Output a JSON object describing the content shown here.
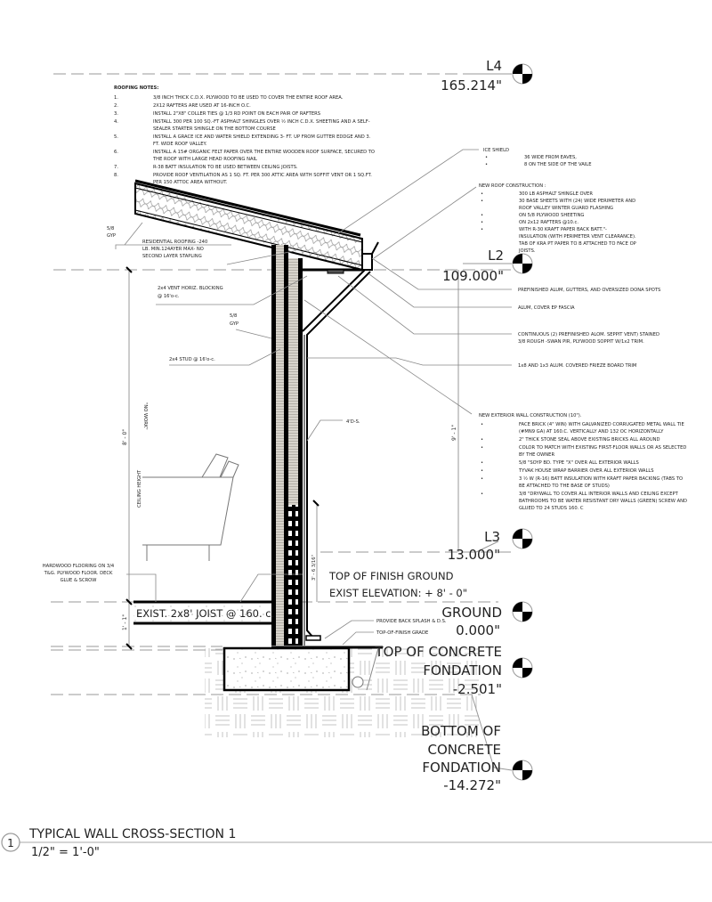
{
  "roofing_notes": {
    "heading": "ROOFING NOTES:",
    "items": [
      {
        "num": "1.",
        "lines": [
          "3/8 INCH THICK C.D.X. PLYWOOD TO BE USED TO COVER THE ENTIRE ROOF AREA."
        ]
      },
      {
        "num": "2.",
        "lines": [
          "2X12 RAFTERS ARE USED AT 16-INCH O.C."
        ]
      },
      {
        "num": "3.",
        "lines": [
          "INSTALL 2\"X8\" COLLER TIES @ 1/3 RD POINT ON EACH PAIR OF RAFTERS"
        ]
      },
      {
        "num": "4.",
        "lines": [
          "INSTALL 300 PER 100 SQ.-FT ASPHALT SHINGLES OVER ½ INCH C.D.X. SHEETING AND A SELF-",
          "SEALER STARTER SHINGLE ON THE BOTTOM COURSE"
        ]
      },
      {
        "num": "5.",
        "lines": [
          "INSTALL A GRACE ICE AND WATER SHIELD EXTENDING 3- FT. UP FROM GUTTER EDDGE AND 3.",
          "FT. WIDE ROOF VALLEY."
        ]
      },
      {
        "num": "6.",
        "lines": [
          "INSTALL A 15# ORGANIC FELT PAPER OVER THE ENTIRE WOODEN ROOF SURFACE, SECURED TO",
          "THE ROOF WITH LARGE HEAD ROOFING NAIL"
        ]
      },
      {
        "num": "7.",
        "lines": [
          "R-38 BATT INSULATION TO BE USED BETWEEN CEILING JOISTS."
        ]
      },
      {
        "num": "8.",
        "lines": [
          "PROVIDE ROOF VENTILATION AS 1 SQ. FT. PER 300 ATTIC AREA WITH SOFFIT VENT OR 1 SQ.FT.",
          "PER 150 ATTOC AREA WITHOUT."
        ]
      }
    ]
  },
  "ice_shield": {
    "heading": "ICE SHIELD",
    "bullets": [
      "36 WIDE FROM EAVES,",
      "8 ON THE SIDE OF THE VAILE"
    ]
  },
  "new_roof": {
    "heading": "NEW ROOF CONSTRUCTION :",
    "bullets": [
      [
        "300 LB ASPHALT SHINGLE OVER"
      ],
      [
        "30 BASE SHEETS WITH (24) WIDE PERIMETER AND",
        "ROOF VALLEY WINTER GUARD FLASHING"
      ],
      [
        "ON 5/8 PLYWOOD SHEETING"
      ],
      [
        "ON 2x12 RAFTERS @10.c."
      ],
      [
        "WITH R-30 KRAFT PAPER BACK BATT.\"-",
        "INSULATION (WITH PERIMETER VENT CLEARANCE).",
        "TAB OF KRA PT PAPER TO B ATTACHED TO FACE OP",
        "JOISTS."
      ]
    ]
  },
  "eave_labels": [
    [
      "PREFINISHED ALUM, GUTTERS, AND OVERSIZED DONA SPOTS"
    ],
    [
      "ALUM, COVER EP FASCIA"
    ],
    [
      "CONTINUOUS (2) PREFINISHED ALOM. SEPPIT VENT) STAINED",
      "3/8 ROUGH -SWAN PIR, PLYWOOD SOPPIT W/1x2 TRIM."
    ],
    [
      "1x8 AND 1x3 ALUM. COVERED FRIEZE BOARD TRIM"
    ]
  ],
  "new_wall": {
    "heading": "NEW EXTERIOR WALL CONSTRUCTION (10\").",
    "bullets": [
      [
        "FACE BRICK (4\" WIN) WITH GALVANIZED CORRUGATED METAL WALL TIE",
        "(#MN9 GA) AT 160.C. VERTICALLY AND 132 OC HORIZONTALLY"
      ],
      [
        "2\" THICK STONE SEAL ABOVE EXISTING BRICKS ALL AROUND"
      ],
      [
        "COLOR TO MATCH WITH EXISTING FIRST-FLOOR WALLS OR AS SELECTED",
        "BY THE OWNER"
      ],
      [
        "5/8 \"SOYP BD. TYPE \"X\" OVER ALL EXTERIOR WALLS"
      ],
      [
        "TYVAK HOUSE WRAP BARRIER OVER ALL EXTERIOR WALLS"
      ],
      [
        "3 ½ W (R-16) BATT INSULATION WITH KRAFT PAPER BACKING (TABS TO",
        "BE ATTACHED TO THE BASE OF STUDS)"
      ],
      [
        "3/8 \"DRYWALL TO COVER ALL INTERIOR WALLS AND CEILING EXCEPT",
        "BATHROOMS TO BE WATER RESISTANT DRY WALLS (GREEN) SCREW AND",
        "GLUED TO 24 STUDS 160. C"
      ]
    ]
  },
  "left_labels": {
    "gyp_roof": [
      "5/8",
      "GYP"
    ],
    "residential_roofing": [
      "RESIDENTIAL ROOFING -240",
      "LB. MIN.124AYER MAX- NO",
      "SECOND LAYER STAPLING"
    ],
    "vent_blocking": [
      "2x4 VENT HORIZ. BLOCKING",
      "@ 16'o-c."
    ],
    "gyp_wall": [
      "5/8",
      "GYP"
    ],
    "stud": "2x4 STUD @ 16'o-c.",
    "downspout": "4'D-S.",
    "no_work": "\"NO WORK\"",
    "ceiling_height_dim": "8' - 0\"",
    "ceiling_height": "CEILING HEIGHT",
    "wall_dim": "9' - 1\"",
    "brick_dim": "3' - 6 3/16\"",
    "floor_dim": "1' - 1\"",
    "hardwood": [
      "HARDWOOD FLOORING ON 3/4",
      "T&G. PLYWOOD FLOOR. DECK",
      "GLUE & SCROW"
    ],
    "joist": "EXIST. 2x8' JOIST @ 160. c.",
    "finish_ground": [
      "TOP OF FINISH GROUND",
      "EXIST ELEVATION: + 8' - 0\""
    ],
    "back_splash": "PROVIDE BACK SPLASH & D.S.",
    "finish_grade": "TOP-OF-FINISH GRADE"
  },
  "levels": [
    {
      "name": "L4",
      "value": "165.214\""
    },
    {
      "name": "L2",
      "value": "109.000\""
    },
    {
      "name": "L3",
      "value": "13.000\""
    },
    {
      "name": "GROUND",
      "value": "0.000\""
    },
    {
      "name_lines": [
        "TOP OF CONCRETE",
        "FONDATION"
      ],
      "value": "-2.501\""
    },
    {
      "name_lines": [
        "BOTTOM OF",
        "CONCRETE",
        "FONDATION"
      ],
      "value": "-14.272\""
    }
  ],
  "title_block": {
    "number": "1",
    "title": "TYPICAL WALL CROSS-SECTION 1",
    "scale": "1/2\" = 1'-0\""
  }
}
